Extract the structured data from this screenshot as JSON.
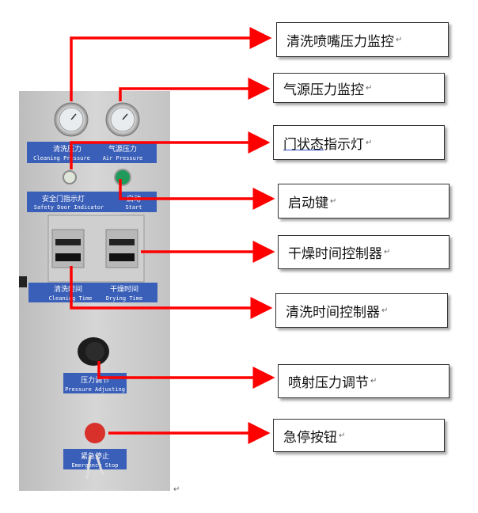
{
  "panel": {
    "label_cleaning_pressure_cn": "清洗压力",
    "label_cleaning_pressure_en": "Cleaning Pressure",
    "label_air_pressure_cn": "气源压力",
    "label_air_pressure_en": "Air Pressure",
    "label_safety_door_cn": "安全门指示灯",
    "label_safety_door_en": "Safety Door Indicator",
    "label_start_cn": "启动",
    "label_start_en": "Start",
    "label_cleaning_time_cn": "清洗时间",
    "label_cleaning_time_en": "Cleaning Time",
    "label_drying_time_cn": "干燥时间",
    "label_drying_time_en": "Drying Time",
    "label_pressure_adj_cn": "压力调节",
    "label_pressure_adj_en": "Pressure Adjusting",
    "label_estop_cn": "紧急停止",
    "label_estop_en": "Emergency Stop"
  },
  "callouts": [
    {
      "label": "清洗喷嘴压力监控"
    },
    {
      "label": "气源压力监控"
    },
    {
      "label_underlined": "门状态",
      "label_rest": "指示灯"
    },
    {
      "label": "启动键"
    },
    {
      "label": "干燥时间控制器"
    },
    {
      "label": "清洗时间控制器"
    },
    {
      "label": "喷射压力调节"
    },
    {
      "label": "急停按钮"
    }
  ],
  "paragraph_mark": "↵",
  "colors": {
    "arrow": "#ff0000",
    "label_plate": "#3a5fb8",
    "panel": "#c8c8c8"
  }
}
